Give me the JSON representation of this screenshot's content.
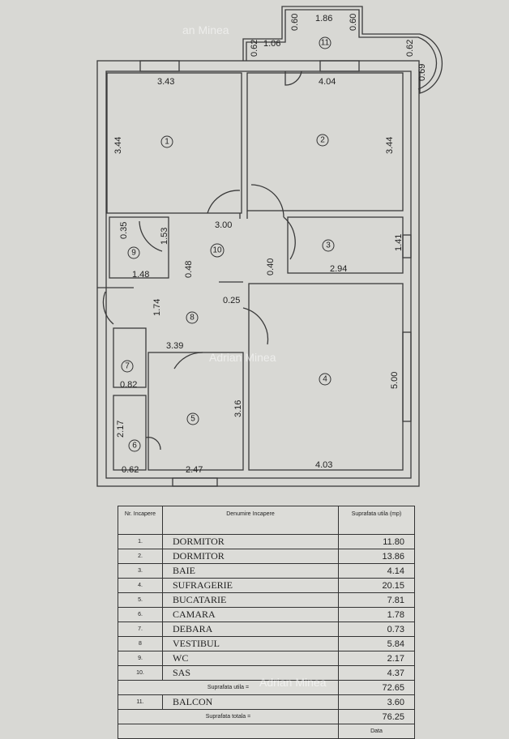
{
  "watermark": "Adrian Minea",
  "watermark_top": "an Minea",
  "plan": {
    "rooms": [
      "1",
      "2",
      "3",
      "4",
      "5",
      "6",
      "7",
      "8",
      "9",
      "10",
      "11"
    ],
    "dims": {
      "r1_w": "3.43",
      "r1_h": "3.44",
      "r2_w": "4.04",
      "r2_h": "3.44",
      "hall_w": "3.00",
      "r3_w": "2.94",
      "r3_h": "1.41",
      "r3_d": "0.40",
      "r9_w": "1.48",
      "r9_a": "0.35",
      "r9_b": "1.53",
      "r9_c": "0.48",
      "r8_h": "1.74",
      "r8_w": "3.39",
      "r8_d": "0.25",
      "r7_w": "0.82",
      "r6_h": "2.17",
      "r6_w": "0.62",
      "r5_w": "2.47",
      "r5_h": "3.16",
      "r4_w": "4.03",
      "r4_h": "5.00",
      "b_a": "0.62",
      "b_b": "1.06",
      "b_c": "0.60",
      "b_d": "1.86",
      "b_e": "0.60",
      "b_f": "0.62",
      "b_g": "0.69"
    }
  },
  "table": {
    "headers": [
      "Nr. Incapere",
      "Denumire Incapere",
      "Suprafata utila (mp)"
    ],
    "rows": [
      {
        "nr": "1.",
        "name": "DORMITOR",
        "area": "11.80"
      },
      {
        "nr": "2.",
        "name": "DORMITOR",
        "area": "13.86"
      },
      {
        "nr": "3.",
        "name": "BAIE",
        "area": "4.14"
      },
      {
        "nr": "4.",
        "name": "SUFRAGERIE",
        "area": "20.15"
      },
      {
        "nr": "5.",
        "name": "BUCATARIE",
        "area": "7.81"
      },
      {
        "nr": "6.",
        "name": "CAMARA",
        "area": "1.78"
      },
      {
        "nr": "7.",
        "name": "DEBARA",
        "area": "0.73"
      },
      {
        "nr": "8",
        "name": "VESTIBUL",
        "area": "5.84"
      },
      {
        "nr": "9.",
        "name": "WC",
        "area": "2.17"
      },
      {
        "nr": "10.",
        "name": "SAS",
        "area": "4.37"
      }
    ],
    "subtotal_label": "Suprafata utila =",
    "subtotal": "72.65",
    "balcony": {
      "nr": "11.",
      "name": "BALCON",
      "area": "3.60"
    },
    "total_label": "Suprafata totala =",
    "total": "76.25",
    "footer": "Data"
  }
}
